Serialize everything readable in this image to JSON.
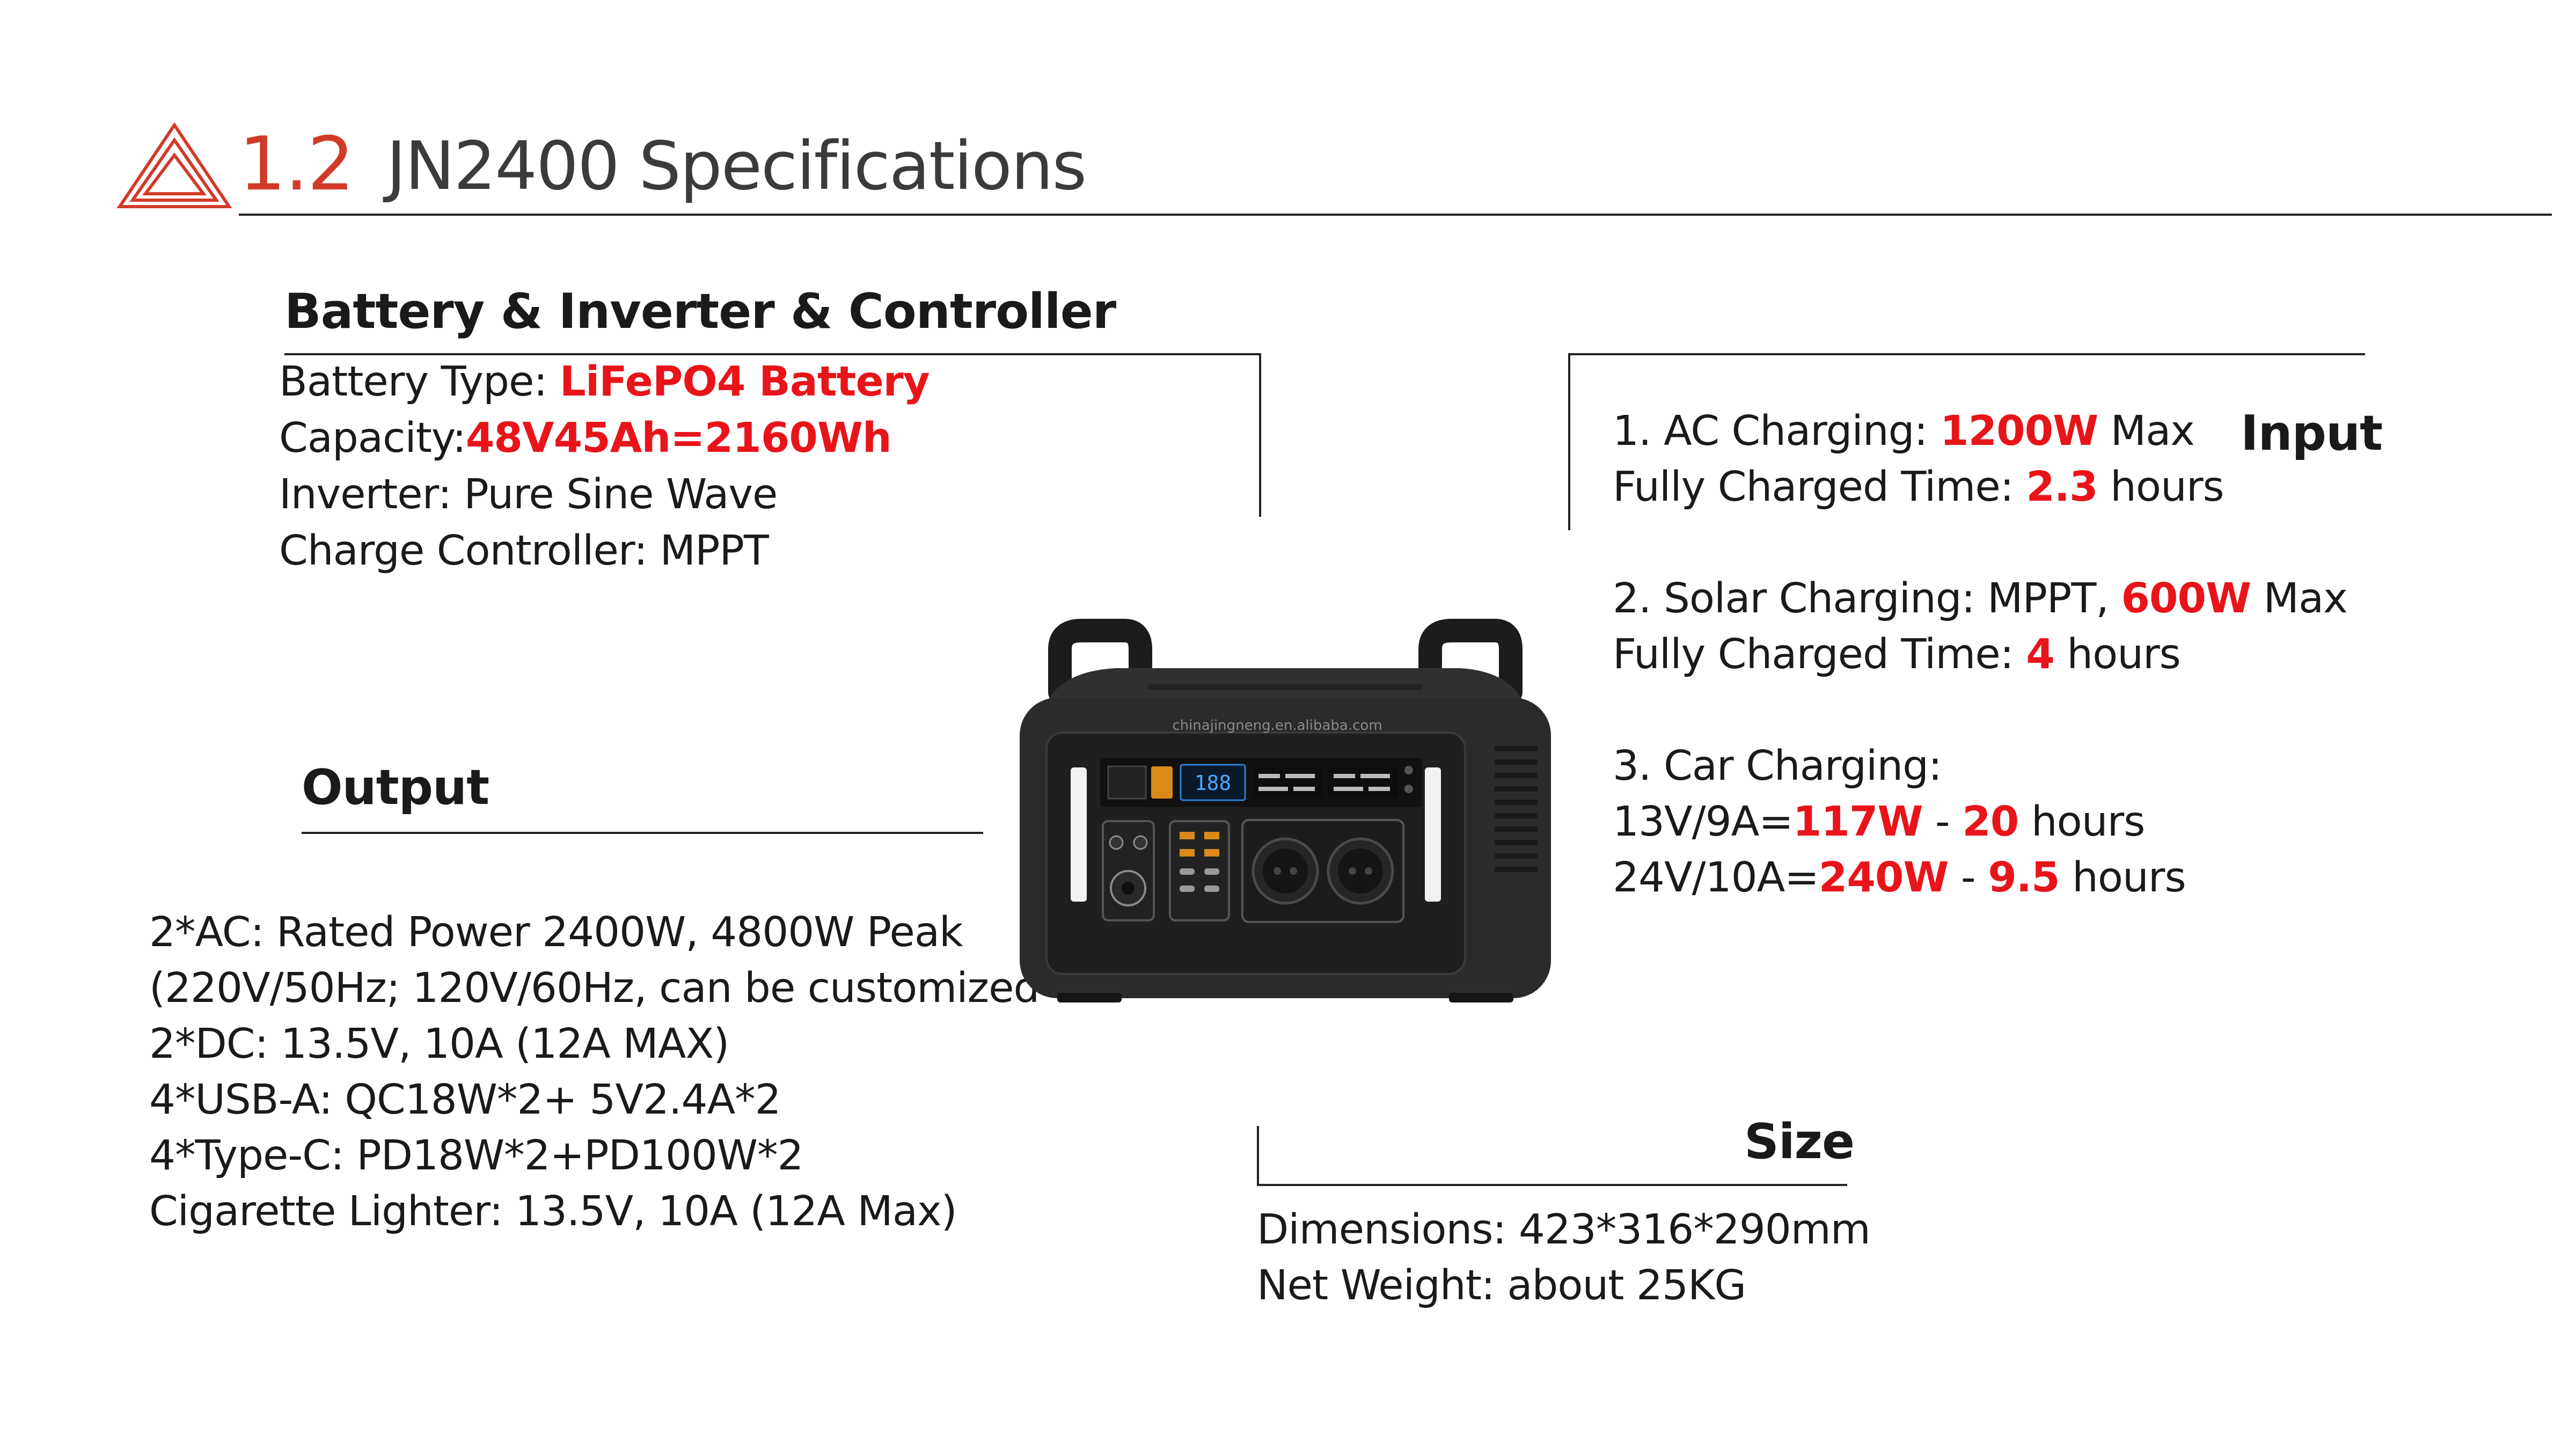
{
  "header": {
    "number": "1.2",
    "title": "JN2400 Specifications",
    "accent_color": "#d23a28"
  },
  "battery": {
    "heading": "Battery & Inverter & Controller",
    "type_label": "Battery Type: ",
    "type_value": "LiFePO4 Battery",
    "capacity_label": "Capacity:",
    "capacity_value": "48V45Ah=2160Wh",
    "inverter": "Inverter: Pure Sine Wave",
    "controller": "Charge Controller: MPPT"
  },
  "output": {
    "heading": "Output",
    "lines": [
      "2*AC: Rated Power 2400W, 4800W Peak",
      "(220V/50Hz; 120V/60Hz, can be customized",
      "2*DC: 13.5V, 10A (12A MAX)",
      "4*USB-A: QC18W*2+ 5V2.4A*2",
      "4*Type-C: PD18W*2+PD100W*2",
      "Cigarette Lighter: 13.5V, 10A (12A Max)"
    ]
  },
  "input": {
    "heading": "Input",
    "ac_label": "1. AC Charging: ",
    "ac_value": "1200W",
    "ac_suffix": " Max",
    "ac_time_label": "Fully Charged Time: ",
    "ac_time_value": "2.3",
    "ac_time_suffix": " hours",
    "solar_label": "2. Solar Charging: MPPT, ",
    "solar_value": "600W",
    "solar_suffix": " Max",
    "solar_time_label": "Fully Charged Time: ",
    "solar_time_value": "4",
    "solar_time_suffix": " hours",
    "car_label": "3. Car Charging:",
    "car1_label": "13V/9A=",
    "car1_power": "117W",
    "car1_sep": " - ",
    "car1_time": "20",
    "car1_suffix": " hours",
    "car2_label": "24V/10A=",
    "car2_power": "240W",
    "car2_sep": " -  ",
    "car2_time": "9.5",
    "car2_suffix": " hours"
  },
  "size": {
    "heading": "Size",
    "dimensions": "Dimensions: 423*316*290mm",
    "weight": "Net Weight: about 25KG"
  },
  "product": {
    "watermark": "chinajingneng.en.alibaba.com",
    "display_reading": "188"
  },
  "colors": {
    "highlight": "#e8141a",
    "body_text": "#1a1a1a",
    "device_body": "#2a2a2a"
  }
}
